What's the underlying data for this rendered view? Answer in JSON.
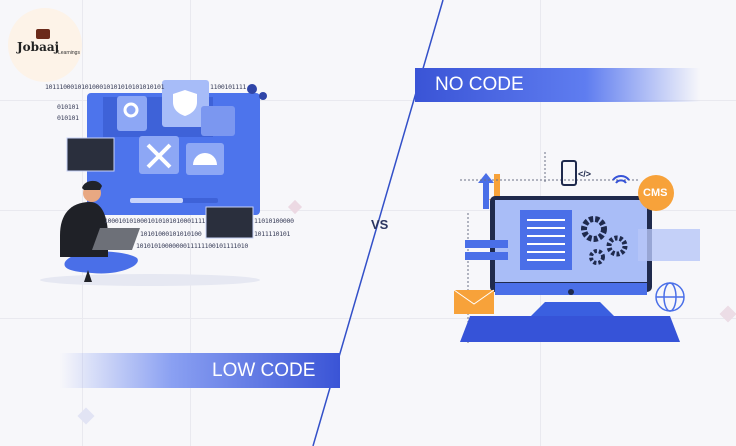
{
  "logo": {
    "name": "Jobaaj",
    "sub": "Learnings"
  },
  "no_code": {
    "label": "NO CODE"
  },
  "low_code": {
    "label": "LOW CODE"
  },
  "vs": {
    "label": "VS"
  },
  "cms": {
    "label": "CMS"
  },
  "code_tag": {
    "label": "</>"
  },
  "binary": {
    "top": "101110001010100010101010101010101",
    "top_right": "1100101111",
    "left1": "010101",
    "left2": "010101",
    "b1": "1000101010001010101010001111",
    "b1r": "11010100000",
    "b2": "10101000101010100",
    "b2r": "1011110101",
    "b3": "1010101000000011111100101111010"
  },
  "colors": {
    "blue": "#4a6fe8",
    "dark": "#1f2a4d",
    "orange": "#f7a23a"
  }
}
